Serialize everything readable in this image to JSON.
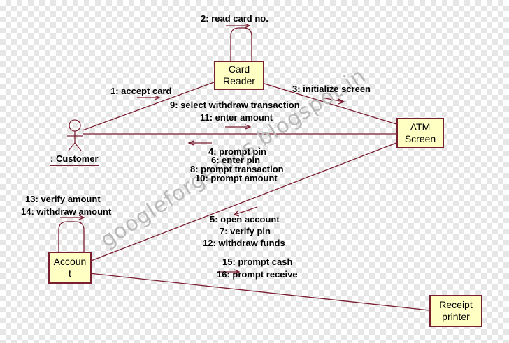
{
  "objects": {
    "card_reader": [
      "Card",
      "Reader"
    ],
    "atm_screen": [
      "ATM",
      "Screen"
    ],
    "account": [
      "Accoun",
      "t"
    ],
    "receipt_printer": [
      "Receipt",
      "printer"
    ],
    "customer": ": Customer"
  },
  "messages": {
    "read_card": "2: read card no.",
    "accept_card": "1: accept card",
    "initialize_screen": "3: initialize screen",
    "select_withdraw": "9: select withdraw transaction",
    "enter_amount": "11: enter amount",
    "prompt_pin": "4: prompt pin",
    "enter_pin": "6: enter pin",
    "prompt_transaction": "8: prompt transaction",
    "prompt_amount": "10: prompt amount",
    "verify_amount": "13: verify amount",
    "withdraw_amount": "14: withdraw amount",
    "open_account": "5: open account",
    "verify_pin": "7: verify pin",
    "withdraw_funds": "12: withdraw funds",
    "prompt_cash": "15: prompt cash",
    "prompt_receive": "16: prompt receive"
  },
  "watermark": "googleforgenius.blogspot.in",
  "colors": {
    "line": "#7a1e32",
    "box_fill": "#ffffc4"
  }
}
